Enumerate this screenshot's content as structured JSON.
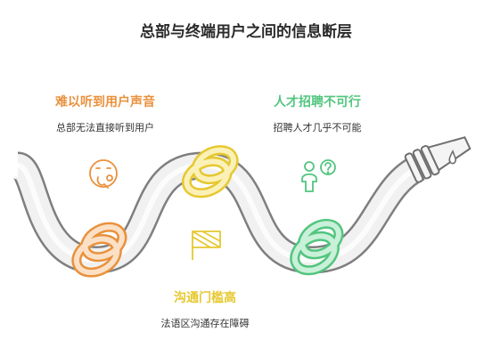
{
  "title": "总部与终端用户之间的信息断层",
  "sections": [
    {
      "heading": "难以听到用户声音",
      "desc": "总部无法直接听到用户",
      "color": "#e9913c",
      "icon": "listening-face-icon"
    },
    {
      "heading": "人才招聘不可行",
      "desc": "招聘人才几乎不可能",
      "color": "#52c57f",
      "icon": "person-question-icon"
    },
    {
      "heading": "沟通门槛高",
      "desc": "法语区沟通存在障碍",
      "color": "#e6c82f",
      "icon": "flag-icon"
    }
  ]
}
